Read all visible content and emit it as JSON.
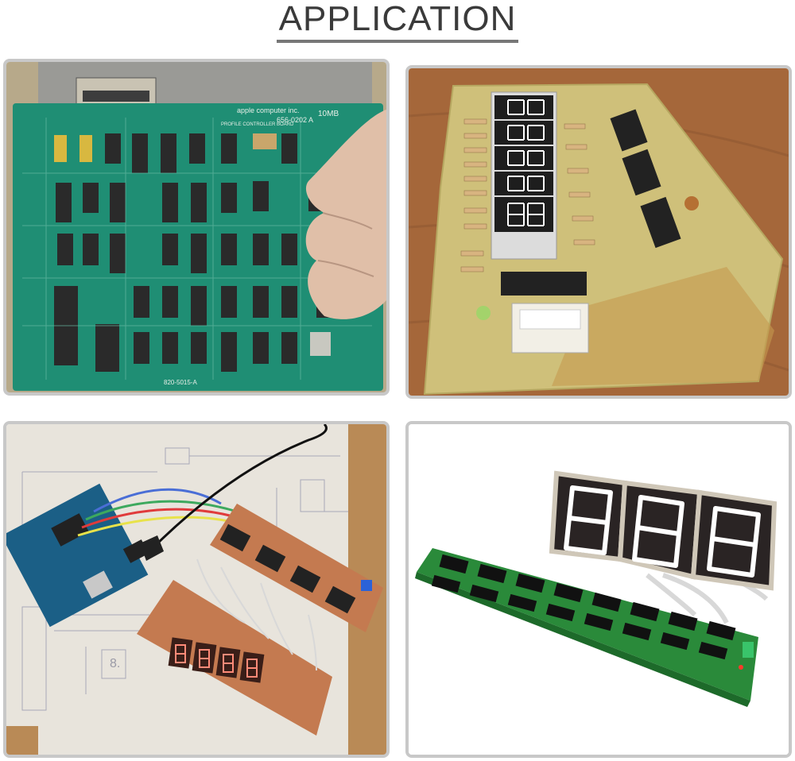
{
  "header": {
    "title": "APPLICATION"
  },
  "panels": [
    {
      "id": "apple-profile-controller-board",
      "silkscreen": {
        "maker": "apple computer inc.",
        "product": "PROFILE CONTROLLER BOARD",
        "part": "656-0202 A",
        "capacity": "10MB",
        "assembly": "820-5015-A"
      }
    },
    {
      "id": "yellow-pcb-5-digit-display"
    },
    {
      "id": "arduino-copper-pcb-4-digit-display",
      "display_digit": "8."
    },
    {
      "id": "green-driver-board-3-digit-display"
    }
  ],
  "colors": {
    "title": "#3a3a3a",
    "rule": "#777777",
    "border": "#c8c8c8",
    "green_pcb": "#1f8e74",
    "yellow_pcb": "#cfc07a",
    "segment": "#ffffff"
  }
}
